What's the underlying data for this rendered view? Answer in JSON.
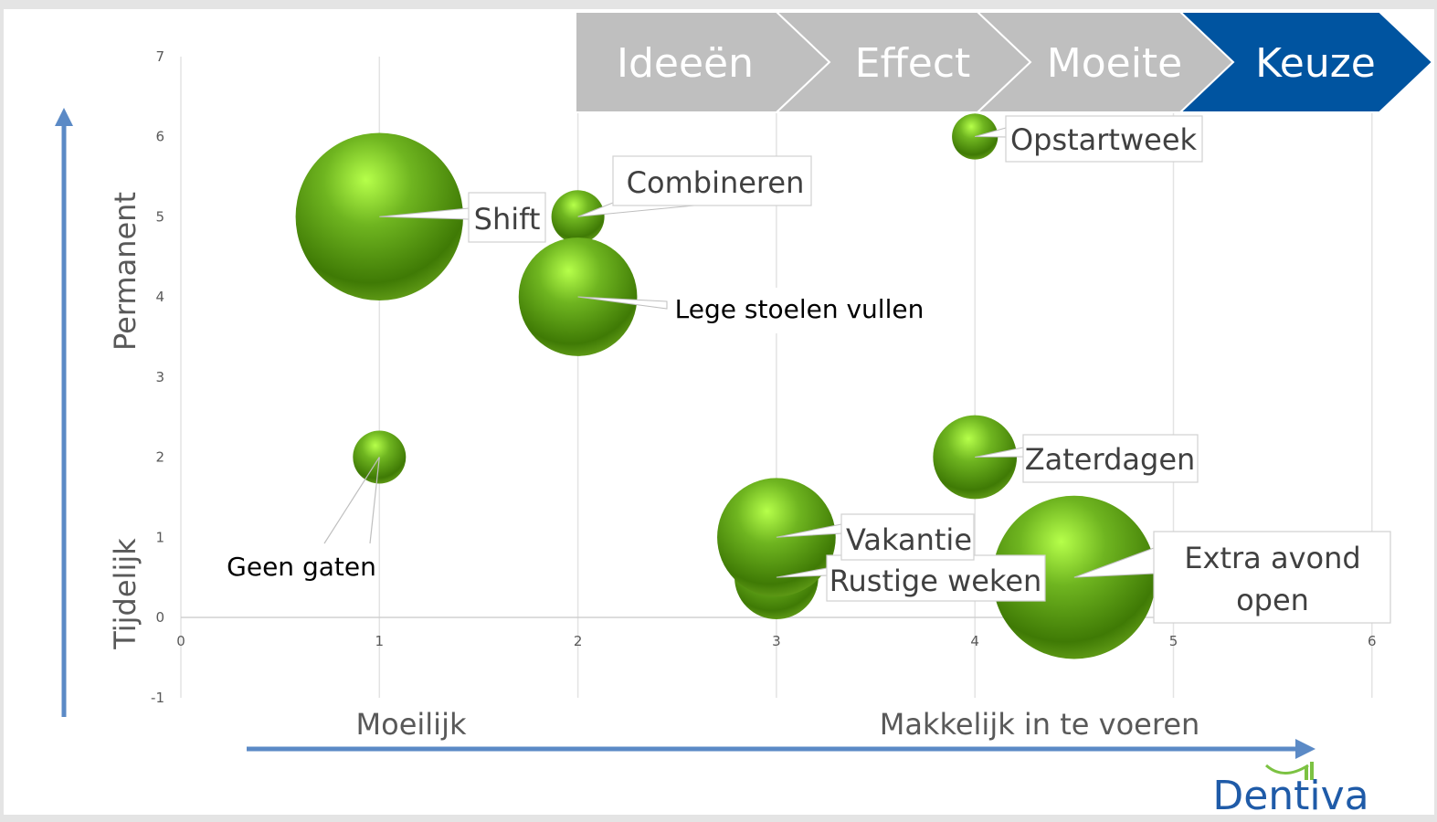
{
  "process_steps": [
    {
      "label": "Ideeën",
      "active": false
    },
    {
      "label": "Effect",
      "active": false
    },
    {
      "label": "Moeite",
      "active": false
    },
    {
      "label": "Keuze",
      "active": true
    }
  ],
  "colors": {
    "step_inactive": "#bfbfbf",
    "step_active": "#0054a0",
    "arrow": "#5b8ac6",
    "bubble": "#5a9a10",
    "bubble_light": "#b6ff4a",
    "bubble_dark": "#2f5a00"
  },
  "axes_labels": {
    "y_high": "Permanent",
    "y_low": "Tijdelijk",
    "x_low": "Moeilijk",
    "x_high": "Makkelijk in te voeren"
  },
  "logo": {
    "text": "Dentiva"
  },
  "chart_data": {
    "type": "bubble",
    "title": "",
    "xlim": [
      0,
      6
    ],
    "ylim": [
      -1,
      7
    ],
    "xticks": [
      "0",
      "1",
      "2",
      "3",
      "4",
      "5",
      "6"
    ],
    "yticks": [
      "-1",
      "0",
      "1",
      "2",
      "3",
      "4",
      "5",
      "6",
      "7"
    ],
    "grid": "vertical",
    "points": [
      {
        "label": "Shift",
        "x": 1,
        "y": 5,
        "size": 10
      },
      {
        "label": "Combineren",
        "x": 2,
        "y": 5,
        "size": 1
      },
      {
        "label": "Lege stoelen vullen",
        "x": 2,
        "y": 4,
        "size": 5
      },
      {
        "label": "Geen gaten",
        "x": 1,
        "y": 2,
        "size": 1
      },
      {
        "label": "Opstartweek",
        "x": 4,
        "y": 6,
        "size": 0.75
      },
      {
        "label": "Zaterdagen",
        "x": 4,
        "y": 2,
        "size": 2.5
      },
      {
        "label": "Rustige weken",
        "x": 3,
        "y": 0.5,
        "size": 2.5
      },
      {
        "label": "Vakantie",
        "x": 3,
        "y": 1,
        "size": 5
      },
      {
        "label": "Extra avond open",
        "x": 4.5,
        "y": 0.5,
        "size": 9.5
      }
    ]
  }
}
